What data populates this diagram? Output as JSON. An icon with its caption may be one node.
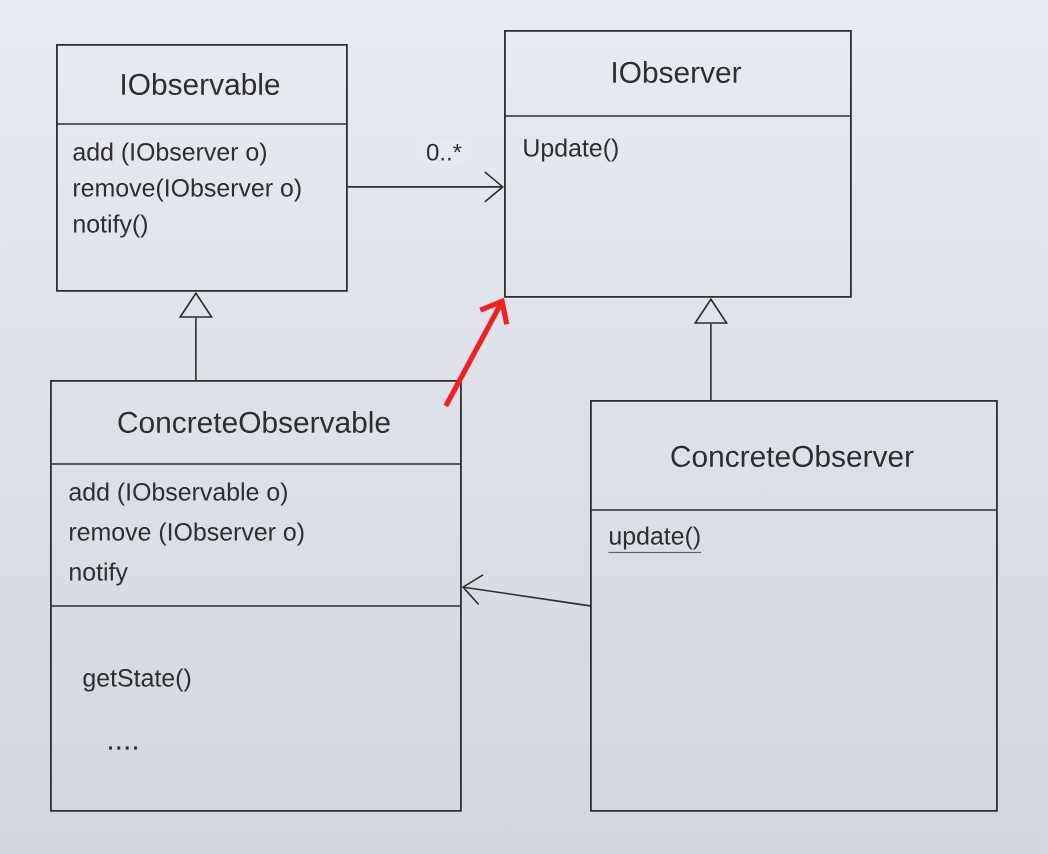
{
  "diagram": {
    "nodes": [
      {
        "text": [
          "IObservable",
          "add (IObserver o)",
          "remove(IObserver o)",
          "notify()"
        ]
      },
      {
        "text": [
          "IObserver",
          "Update()"
        ]
      },
      {
        "text": [
          "ConcreteObservable",
          "add (IObservable o)",
          "remove (IObserver o)",
          "notify",
          "getState()",
          "...."
        ]
      },
      {
        "text": [
          "ConcreteObserver",
          "update()"
        ]
      }
    ],
    "edges": [
      {
        "from": 0,
        "to": 1,
        "arrow": "to",
        "label": "0..*"
      },
      {
        "from": 2,
        "to": 0,
        "arrow": "to"
      },
      {
        "from": 3,
        "to": 1,
        "arrow": "to"
      },
      {
        "from": 3,
        "to": 2,
        "arrow": "to"
      },
      {
        "from": 2,
        "to": 1,
        "arrow": "to",
        "style": "thick",
        "color": "#ee2222"
      }
    ]
  }
}
